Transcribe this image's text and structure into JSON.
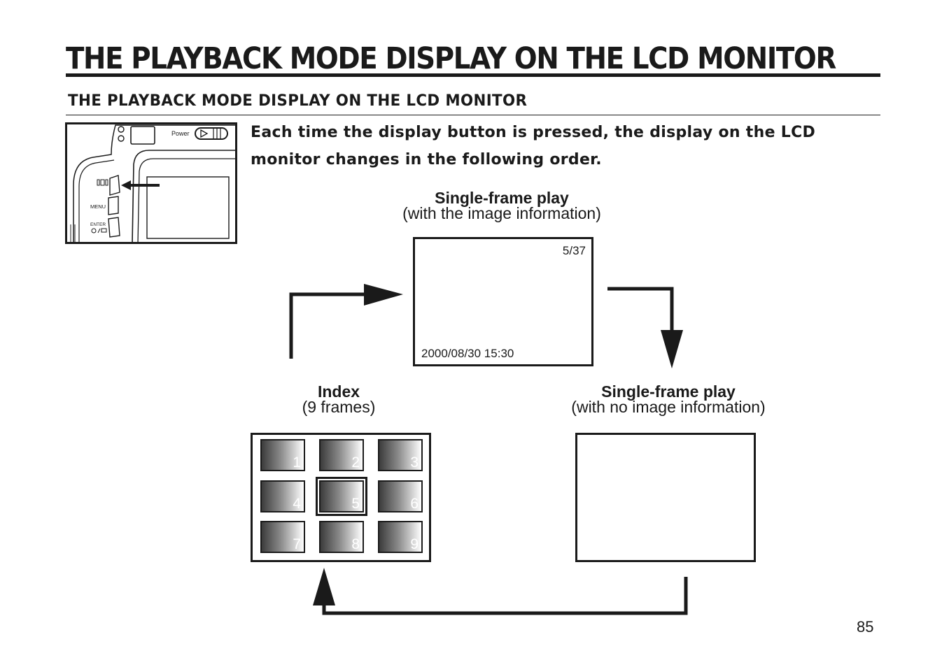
{
  "page": {
    "title": "THE PLAYBACK MODE DISPLAY ON THE LCD MONITOR",
    "section_heading": "THE PLAYBACK MODE DISPLAY ON THE LCD MONITOR",
    "intro": "Each time the display button is pressed, the display on the LCD monitor changes in the following order.",
    "page_number": "85"
  },
  "camera": {
    "power_label": "Power",
    "menu_label": "MENU",
    "enter_label": "ENTER"
  },
  "modes": {
    "single_info": {
      "title": "Single-frame play",
      "subtitle": "(with the image information)",
      "counter": "5/37",
      "datetime": "2000/08/30 15:30"
    },
    "single_noinfo": {
      "title": "Single-frame play",
      "subtitle": "(with no image information)"
    },
    "index": {
      "title": "Index",
      "subtitle": "(9 frames)",
      "frames": [
        "1",
        "2",
        "3",
        "4",
        "5",
        "6",
        "7",
        "8",
        "9"
      ],
      "selected_frame": "5"
    }
  }
}
